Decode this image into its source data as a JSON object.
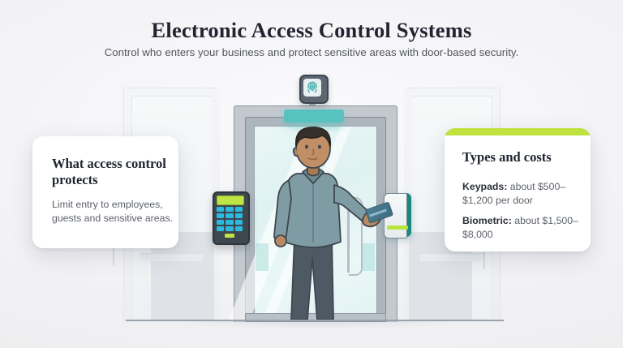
{
  "header": {
    "title": "Electronic Access Control Systems",
    "subtitle": "Control who enters your business and protect sensitive areas with door-based security."
  },
  "cards": {
    "left": {
      "heading": "What access control protects",
      "body": "Limit entry to employees, guests and sensitive areas."
    },
    "right": {
      "heading": "Types and costs",
      "accent_color": "#bfe23f",
      "rows": [
        {
          "label": "Keypads:",
          "value": " about $500–$1,200 per door"
        },
        {
          "label": "Biometric:",
          "value": " about $1,500–$8,000"
        }
      ]
    }
  },
  "illustration": {
    "scene_name": "glass-entry-door-with-access-control",
    "fingerprint_scanner": "fingerprint-scanner-icon",
    "keypad": "door-keypad",
    "card_reader": "proximity-card-reader",
    "keycard": "access-keycard",
    "person": "employee-badging-in",
    "door": "glass-security-door",
    "colors": {
      "background": "#f2f2f5",
      "accent_green": "#bfe23f",
      "teal": "#57c2be",
      "keypad_key": "#2bbbe0",
      "frame_gray": "#aeb6bd"
    }
  }
}
